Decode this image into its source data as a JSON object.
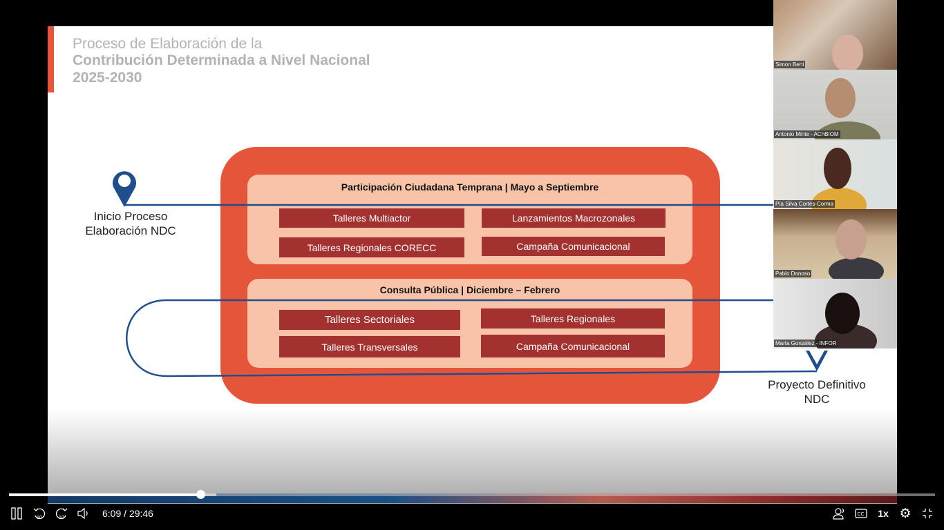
{
  "slide": {
    "title_line1": "Proceso de Elaboración de la",
    "title_line2": "Contribución Determinada a Nivel Nacional",
    "title_line3": "2025-2030",
    "start_label_1": "Inicio Proceso",
    "start_label_2": "Elaboración NDC",
    "end_label_1": "Proyecto Definitivo",
    "end_label_2": "NDC",
    "phase1": {
      "title": "Participación Ciudadana Temprana | Mayo a Septiembre",
      "items": [
        "Talleres Multiactor",
        "Lanzamientos Macrozonales",
        "Talleres Regionales CORECC",
        "Campaña Comunicacional"
      ]
    },
    "phase2": {
      "title": "Consulta Pública | Diciembre – Febrero",
      "items": [
        "Talleres Sectoriales",
        "Talleres Regionales",
        "Talleres Transversales",
        "Campaña Comunicacional"
      ]
    },
    "colors": {
      "accent": "#e5553a",
      "panel": "#f8c3a6",
      "box": "#a3312f",
      "line": "#1f4e8c"
    }
  },
  "participants": [
    {
      "name": "Simon Berti"
    },
    {
      "name": "Antonio Minte - AChBIOM"
    },
    {
      "name": "Pía Silva Cortés-Corma"
    },
    {
      "name": "Pablo Donoso"
    },
    {
      "name": "Marta González - INFOR"
    }
  ],
  "player": {
    "time": "6:09 / 29:46",
    "progress_percent": 20.7,
    "buffered_percent": 22.4,
    "speed": "1x",
    "icons": [
      "pause-icon",
      "rewind-10-icon",
      "forward-10-icon",
      "volume-icon",
      "audio-description-icon",
      "captions-icon",
      "settings-icon",
      "exit-fullscreen-icon"
    ]
  }
}
